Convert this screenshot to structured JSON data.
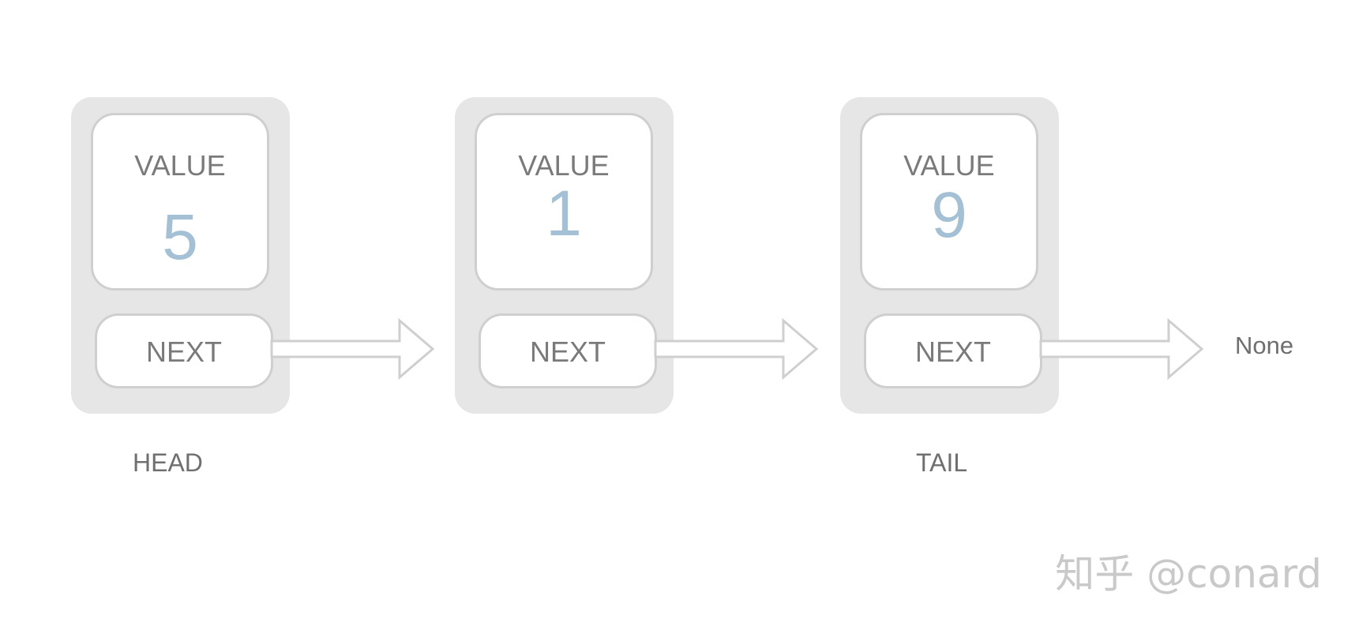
{
  "nodes": [
    {
      "value_label": "VALUE",
      "value": "5",
      "next_label": "NEXT"
    },
    {
      "value_label": "VALUE",
      "value": "1",
      "next_label": "NEXT"
    },
    {
      "value_label": "VALUE",
      "value": "9",
      "next_label": "NEXT"
    }
  ],
  "labels": {
    "head": "HEAD",
    "tail": "TAIL",
    "none": "None"
  },
  "watermark": "知乎 @conard",
  "colors": {
    "node_bg": "#e6e6e6",
    "box_border": "#cfcfcf",
    "value_number": "#a3c0d4",
    "label_text": "#7a7a7a"
  }
}
